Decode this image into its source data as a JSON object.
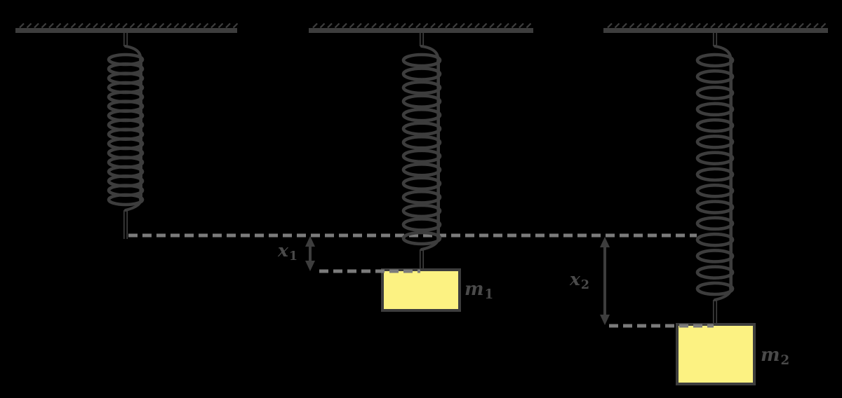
{
  "labels": {
    "x1": {
      "base": "x",
      "sub": "1"
    },
    "x2": {
      "base": "x",
      "sub": "2"
    },
    "m1": {
      "base": "m",
      "sub": "1"
    },
    "m2": {
      "base": "m",
      "sub": "2"
    }
  },
  "colors": {
    "background": "#000000",
    "ink": "#3d3d3d",
    "label_ink": "#4a4a4a",
    "dash": "#7b7b7b",
    "mass_fill": "#fcf282",
    "mass_border": "#3d3d3d"
  }
}
